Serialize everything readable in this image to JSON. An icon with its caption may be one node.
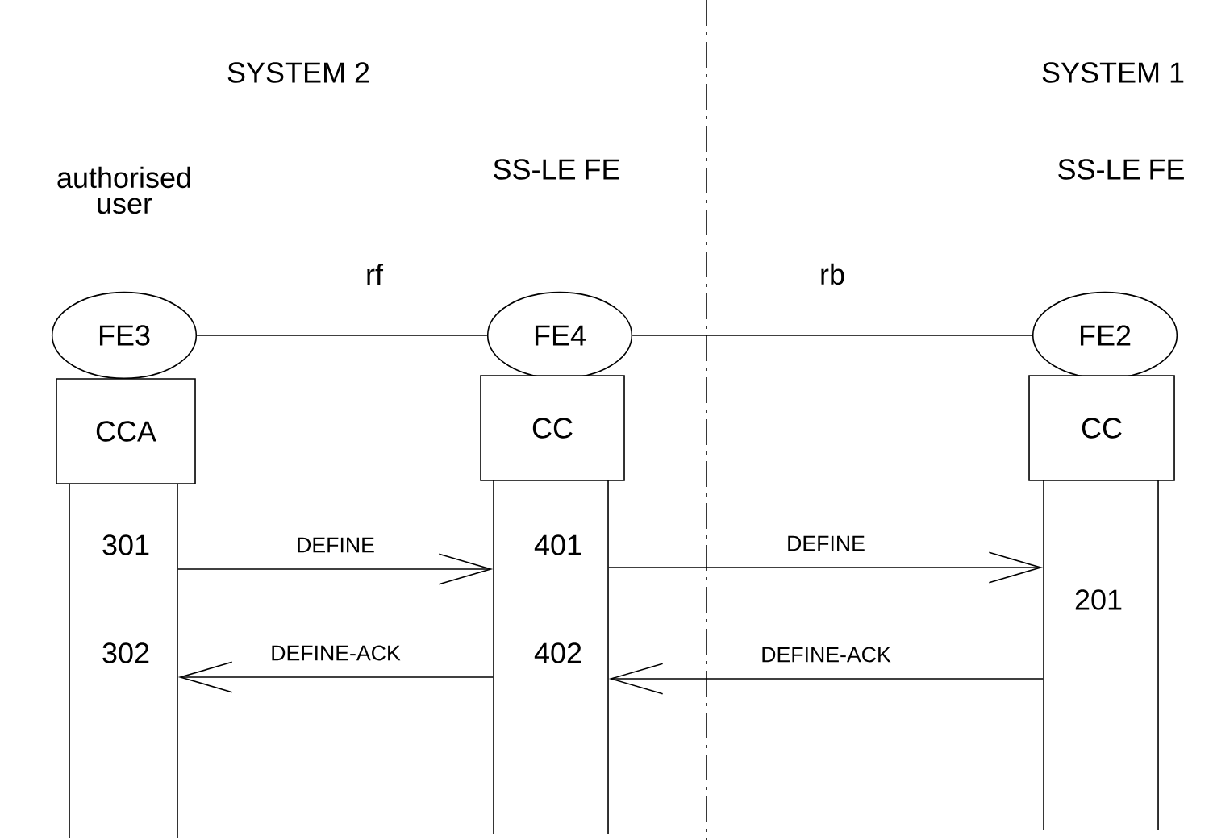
{
  "diagram": {
    "nodes": [
      {
        "text": [
          "FE3"
        ],
        "beside": [
          "authorised user"
        ]
      },
      {
        "text": [
          "FE4"
        ],
        "beside": [
          "SS-LE FE"
        ]
      },
      {
        "text": [
          "FE2"
        ],
        "beside": [
          "SS-LE FE"
        ]
      },
      {
        "text": [
          "CCA"
        ]
      },
      {
        "text": [
          "CC"
        ]
      },
      {
        "text": [
          "CC"
        ]
      },
      {
        "text": [
          "301",
          "302"
        ]
      },
      {
        "text": [
          "401",
          "402"
        ]
      },
      {
        "text": [
          "201"
        ]
      }
    ],
    "edges": [
      {
        "from": 0,
        "to": 1,
        "arrow": "none",
        "label": "rf"
      },
      {
        "from": 1,
        "to": 2,
        "arrow": "none",
        "label": "rb"
      },
      {
        "from": 6,
        "to": 7,
        "arrow": "to",
        "label": "DEFINE"
      },
      {
        "from": 7,
        "to": 6,
        "arrow": "to",
        "label": "DEFINE-ACK"
      },
      {
        "from": 7,
        "to": 8,
        "arrow": "to",
        "label": "DEFINE"
      },
      {
        "from": 8,
        "to": 7,
        "arrow": "to",
        "label": "DEFINE-ACK"
      }
    ],
    "labels": [
      "SYSTEM 2",
      "SYSTEM 1"
    ]
  }
}
